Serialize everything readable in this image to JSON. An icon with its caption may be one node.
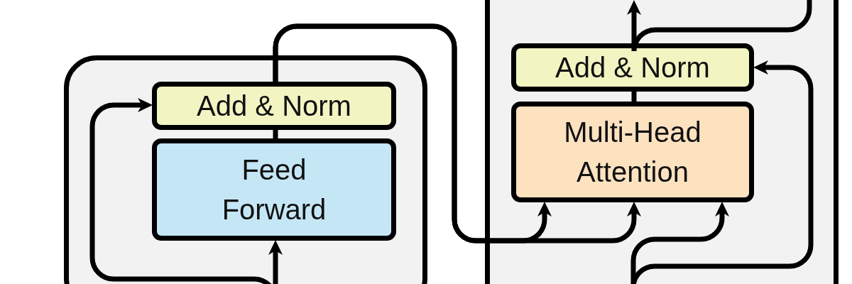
{
  "diagram": {
    "nodes": [
      {
        "text": [],
        "shape": "box"
      },
      {
        "text": [
          "Add & Norm"
        ],
        "in": 0
      },
      {
        "text": [
          "Feed Forward"
        ],
        "in": 0
      },
      {
        "text": [],
        "shape": "box"
      },
      {
        "text": [
          "Add & Norm"
        ],
        "in": 3
      },
      {
        "text": [
          "Multi-Head Attention"
        ],
        "in": 3
      }
    ],
    "edges": [
      {
        "from": 2,
        "to": 1,
        "arrow": "none"
      },
      {
        "from": null,
        "to": 2,
        "arrow": "to"
      },
      {
        "from": null,
        "to": 1,
        "arrow": "to"
      },
      {
        "from": 1,
        "to": 5,
        "arrow": "to"
      },
      {
        "from": 1,
        "to": 5,
        "arrow": "to"
      },
      {
        "from": null,
        "to": 5,
        "arrow": "to"
      },
      {
        "from": null,
        "to": 4,
        "arrow": "to"
      },
      {
        "from": 5,
        "to": 4,
        "arrow": "none"
      },
      {
        "from": 4,
        "to": null,
        "arrow": "to"
      },
      {
        "from": 4,
        "to": null,
        "arrow": "none"
      }
    ]
  }
}
